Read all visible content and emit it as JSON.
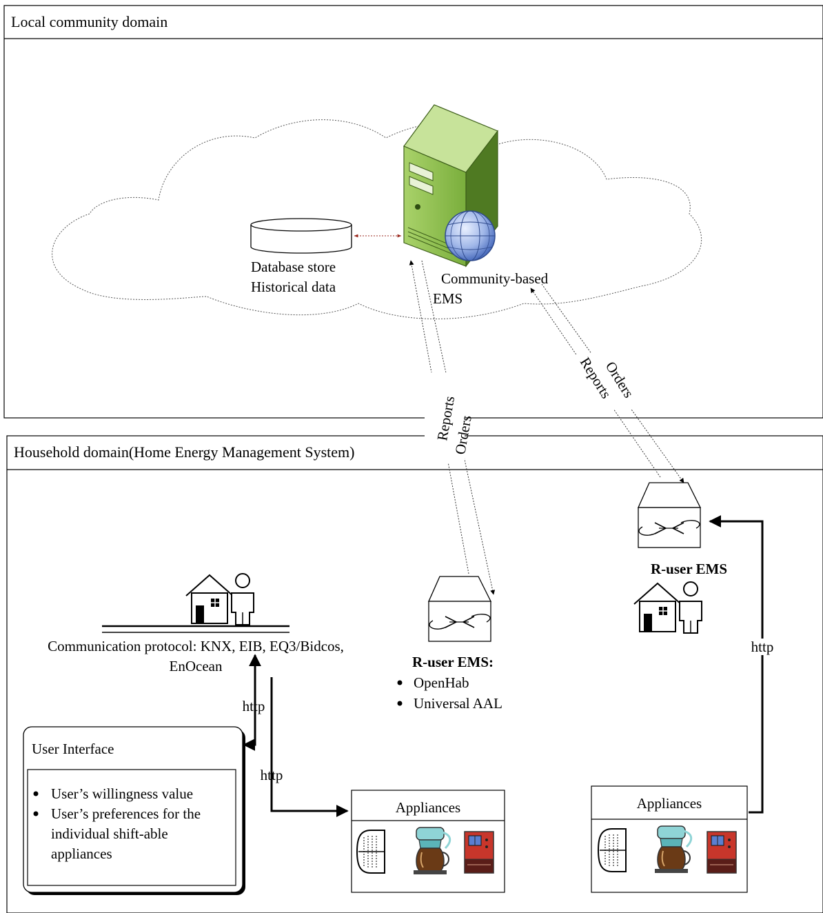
{
  "community_domain": {
    "title": "Local community domain"
  },
  "database": {
    "line1": "Database store",
    "line2": "Historical data"
  },
  "server": {
    "line1": "Community-based",
    "line2": "EMS"
  },
  "middle_link": {
    "reports": "Reports",
    "orders": "Orders"
  },
  "right_link": {
    "reports": "Reports",
    "orders": "Orders"
  },
  "household_domain": {
    "title": "Household domain(Home Energy Management System)"
  },
  "protocol": {
    "line1": "Communication protocol: KNX, EIB, EQ3/Bidcos,",
    "line2": "EnOcean"
  },
  "middle_ems": {
    "title": "R-user EMS:",
    "items": [
      "OpenHab",
      "Universal AAL"
    ]
  },
  "right_ems": {
    "title": "R-user  EMS"
  },
  "http_labels": [
    "http",
    "http",
    "http"
  ],
  "user_interface": {
    "title": "User Interface",
    "items": [
      [
        "User’s willingness value"
      ],
      [
        "User’s preferences for the",
        "individual  shift-able",
        "appliances"
      ]
    ]
  },
  "appliances_left": {
    "title": "Appliances",
    "icons": [
      "refrigerator-icon",
      "coffee-maker-icon",
      "oven-icon"
    ]
  },
  "appliances_right": {
    "title": "Appliances",
    "icons": [
      "refrigerator-icon",
      "coffee-maker-icon",
      "oven-icon"
    ]
  },
  "colors": {
    "server_green": "#7aae3c",
    "server_dark": "#4f7a22",
    "globe": "#9fb6e8",
    "db_arrow": "#9b2a1f",
    "oven_red": "#c8362b"
  }
}
